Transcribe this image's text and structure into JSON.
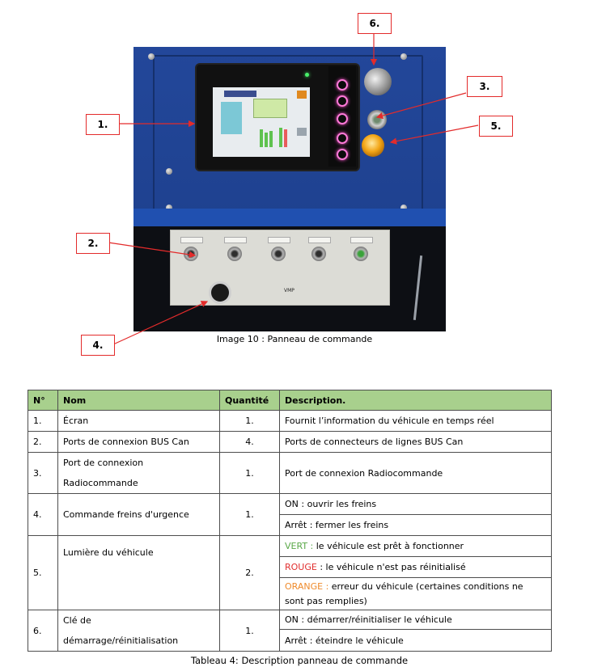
{
  "figure": {
    "caption": "Image 10 : Panneau de commande",
    "callouts": [
      "1.",
      "2.",
      "3.",
      "4.",
      "5.",
      "6."
    ],
    "photo_labels": {
      "vmp": "VMP"
    }
  },
  "table": {
    "headers": [
      "N°",
      "Nom",
      "Quantité",
      "Description."
    ],
    "rows": [
      {
        "no": "1.",
        "nom": "Écran",
        "qte": "1.",
        "desc": [
          "Fournit l’information du véhicule en temps réel"
        ]
      },
      {
        "no": "2.",
        "nom": "Ports de connexion BUS Can",
        "qte": "4.",
        "desc": [
          "Ports de connecteurs de lignes BUS Can"
        ]
      },
      {
        "no": "3.",
        "nom_line1": "Port de connexion",
        "nom_line2": "Radiocommande",
        "qte": "1.",
        "desc": [
          "Port de connexion Radiocommande"
        ]
      },
      {
        "no": "4.",
        "nom": "Commande freins d'urgence",
        "qte": "1.",
        "desc": [
          "ON : ouvrir les freins",
          "Arrêt : fermer les freins"
        ]
      },
      {
        "no": "5.",
        "nom": "Lumière du véhicule",
        "qte": "2.",
        "desc_colored": [
          {
            "tag": "VERT :",
            "text": " le véhicule est prêt à fonctionner",
            "color": "#5aa848"
          },
          {
            "tag": "ROUGE",
            "text": " : le véhicule n'est pas réinitialisé",
            "color": "#e12f2f"
          },
          {
            "tag": "ORANGE :",
            "text": " erreur du véhicule (certaines conditions ne",
            "text2": "sont pas remplies)",
            "color": "#ef8b2c"
          }
        ]
      },
      {
        "no": "6.",
        "nom_line1": "Clé de",
        "nom_line2": "démarrage/réinitialisation",
        "qte": "1.",
        "desc": [
          "ON : démarrer/réinitialiser le véhicule",
          "Arrêt : éteindre le véhicule"
        ]
      }
    ],
    "caption": "Tableau 4: Description panneau de commande"
  }
}
